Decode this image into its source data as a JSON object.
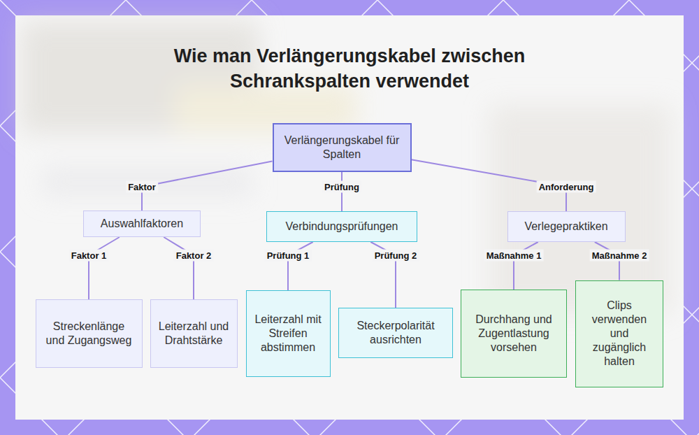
{
  "diagram": {
    "title": "Wie man Verlängerungskabel zwischen Schrankspalten verwendet",
    "nodes": [
      {
        "text": [
          "Verlängerungskabel für Spalten"
        ]
      },
      {
        "text": [
          "Auswahlfaktoren"
        ]
      },
      {
        "text": [
          "Verbindungsprüfungen"
        ]
      },
      {
        "text": [
          "Verlegepraktiken"
        ]
      },
      {
        "text": [
          "Streckenlänge und Zugangsweg"
        ]
      },
      {
        "text": [
          "Leiterzahl und Drahtstärke"
        ]
      },
      {
        "text": [
          "Leiterzahl mit Streifen abstimmen"
        ]
      },
      {
        "text": [
          "Steckerpolarität ausrichten"
        ]
      },
      {
        "text": [
          "Durchhang und Zugentlastung vorsehen"
        ]
      },
      {
        "text": [
          "Clips verwenden und zugänglich halten"
        ]
      }
    ],
    "edges": [
      {
        "from": 0,
        "to": 1,
        "label": "Faktor",
        "arrow": "none"
      },
      {
        "from": 0,
        "to": 2,
        "label": "Prüfung",
        "arrow": "none"
      },
      {
        "from": 0,
        "to": 3,
        "label": "Anforderung",
        "arrow": "none"
      },
      {
        "from": 1,
        "to": 4,
        "label": "Faktor 1",
        "arrow": "none"
      },
      {
        "from": 1,
        "to": 5,
        "label": "Faktor 2",
        "arrow": "none"
      },
      {
        "from": 2,
        "to": 6,
        "label": "Prüfung 1",
        "arrow": "none"
      },
      {
        "from": 2,
        "to": 7,
        "label": "Prüfung 2",
        "arrow": "none"
      },
      {
        "from": 3,
        "to": 8,
        "label": "Maßnahme 1",
        "arrow": "none"
      },
      {
        "from": 3,
        "to": 9,
        "label": "Maßnahme 2",
        "arrow": "none"
      }
    ]
  }
}
